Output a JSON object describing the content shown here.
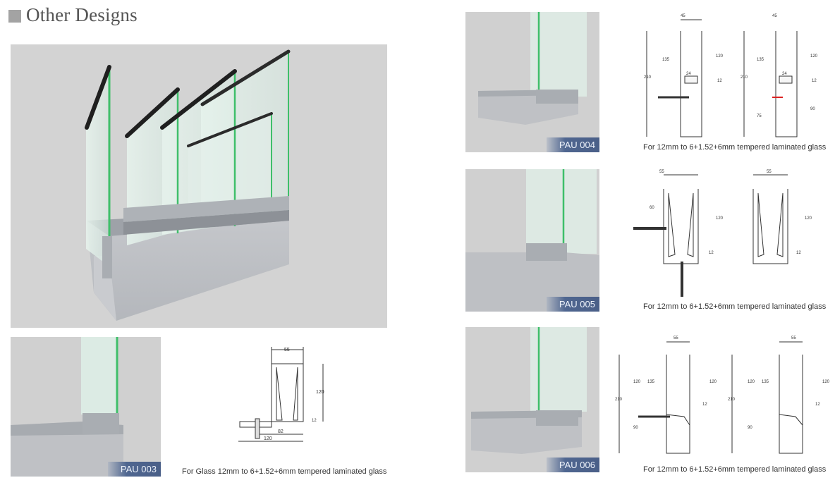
{
  "heading": {
    "title": "Other Designs"
  },
  "designs": [
    {
      "code": "PAU 003",
      "caption": "For Glass 12mm to 6+1.52+6mm tempered laminated glass",
      "dims": {
        "width_top": "55",
        "height": "120",
        "base": "12",
        "inner": "82",
        "total": "120"
      }
    },
    {
      "code": "PAU 004",
      "caption": "For 12mm to 6+1.52+6mm tempered laminated glass",
      "dims": {
        "width_top": "45",
        "d210": "210",
        "d135": "135",
        "d120": "120",
        "d24": "24",
        "d12": "12",
        "d75": "75",
        "d90": "90"
      }
    },
    {
      "code": "PAU 005",
      "caption": "For 12mm to 6+1.52+6mm tempered laminated glass",
      "dims": {
        "width_top": "55",
        "d60": "60",
        "d120": "120",
        "d12": "12"
      }
    },
    {
      "code": "PAU 006",
      "caption": "For 12mm to 6+1.52+6mm tempered laminated glass",
      "dims": {
        "width_top": "55",
        "d210": "210",
        "d135": "135",
        "d120": "120",
        "d12": "12",
        "d90": "90"
      }
    }
  ],
  "colors": {
    "accent_tag": "#4f6690",
    "glass": "#3fbf6a",
    "stone": "#bcbec4",
    "aluminium": "#a9adb2"
  }
}
